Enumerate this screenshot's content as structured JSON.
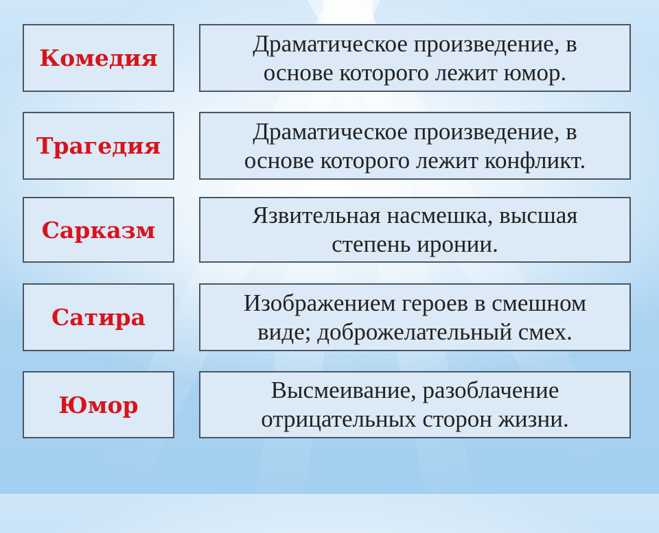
{
  "rows": [
    {
      "term": "Комедия",
      "definition": [
        "Драматическое произведение, в",
        "основе которого лежит юмор."
      ]
    },
    {
      "term": "Трагедия",
      "definition": [
        "Драматическое произведение, в",
        "основе которого лежит конфликт."
      ]
    },
    {
      "term": "Сарказм",
      "definition": [
        "Язвительная насмешка, высшая",
        "степень иронии."
      ]
    },
    {
      "term": "Сатира",
      "definition": [
        "Изображением героев в смешном",
        "виде; доброжелательный смех."
      ]
    },
    {
      "term": "Юмор",
      "definition": [
        "Высмеивание, разоблачение",
        "отрицательных сторон жизни."
      ]
    }
  ],
  "colors": {
    "term_text": "#d7141c",
    "box_fill": "#dce9f6",
    "box_border": "#4a5560"
  }
}
